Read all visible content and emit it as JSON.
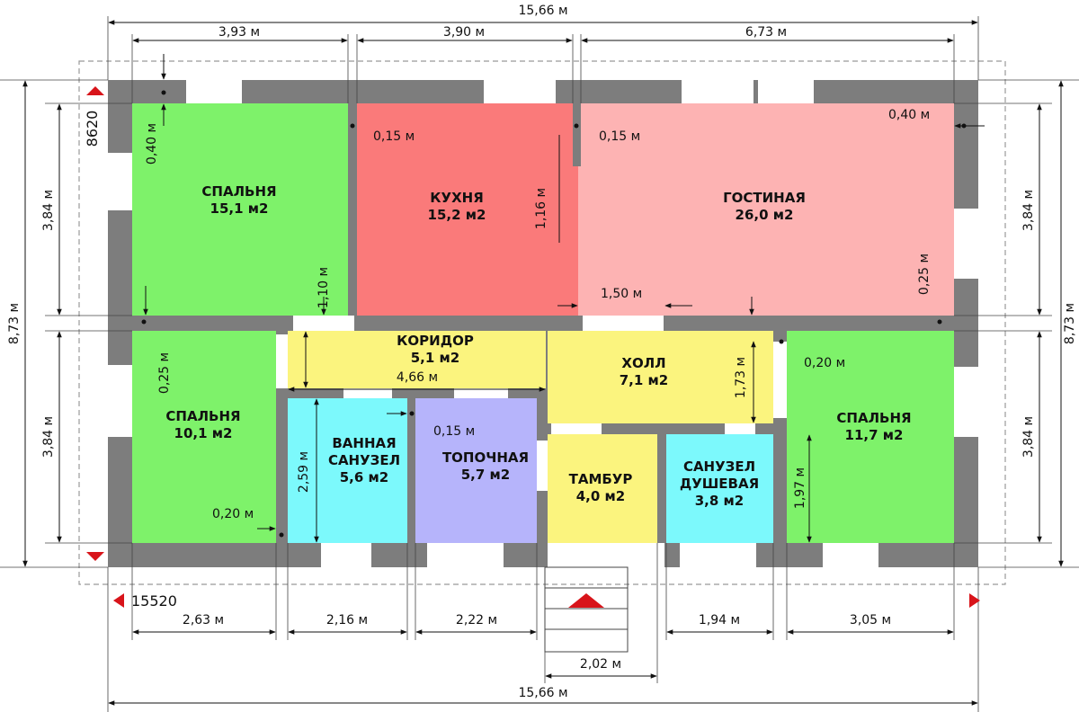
{
  "rooms": [
    {
      "id": "bedroom-1",
      "name": "СПАЛЬНЯ",
      "area": "15,1 м2",
      "color": "#7ef26a"
    },
    {
      "id": "kitchen",
      "name": "КУХНЯ",
      "area": "15,2 м2",
      "color": "#fa7a7a"
    },
    {
      "id": "living-room",
      "name": "ГОСТИНАЯ",
      "area": "26,0 м2",
      "color": "#fdb3b3"
    },
    {
      "id": "corridor",
      "name": "КОРИДОР",
      "area": "5,1 м2",
      "color": "#fbf47e"
    },
    {
      "id": "hall",
      "name": "ХОЛЛ",
      "area": "7,1 м2",
      "color": "#fbf47e"
    },
    {
      "id": "bedroom-2",
      "name": "СПАЛЬНЯ",
      "area": "10,1 м2",
      "color": "#7ef26a"
    },
    {
      "id": "bedroom-3",
      "name": "СПАЛЬНЯ",
      "area": "11,7 м2",
      "color": "#7ef26a"
    },
    {
      "id": "bathroom",
      "name": [
        "ВАННАЯ",
        "САНУЗЕЛ"
      ],
      "area": "5,6 м2",
      "color": "#7cf9fc"
    },
    {
      "id": "boiler-room",
      "name": "ТОПОЧНАЯ",
      "area": "5,7 м2",
      "color": "#b6b4fb"
    },
    {
      "id": "vestibule",
      "name": "ТАМБУР",
      "area": "4,0 м2",
      "color": "#fbf47e"
    },
    {
      "id": "shower-wc",
      "name": [
        "САНУЗЕЛ",
        "ДУШЕВАЯ"
      ],
      "area": "3,8 м2",
      "color": "#7cf9fc"
    }
  ],
  "dimensions": {
    "overall_width_top": "15,66 м",
    "overall_width_bottom": "15,66 м",
    "overall_height_left": "8,73 м",
    "overall_height_right": "8,73 м",
    "top_segments": [
      "3,93 м",
      "3,90 м",
      "6,73 м"
    ],
    "bottom_segments": [
      "2,63 м",
      "2,16 м",
      "2,22 м",
      "1,94 м",
      "3,05 м"
    ],
    "porch_width": "2,02 м",
    "left_upper_height": "3,84 м",
    "left_lower_height": "3,84 м",
    "right_upper_height": "3,84 м",
    "right_lower_height": "3,84 м"
  },
  "annotations": {
    "door_bedroom1": "0,40 м",
    "wall_kitchen_left": "0,15 м",
    "wall_kitchen_right": "0,15 м",
    "door_living": "0,40 м",
    "kitchen_partition": "1,16 м",
    "bedroom1_door_height": "1,10 м",
    "living_opening": "1,50 м",
    "living_corner": "0,25 м",
    "bedroom2_door": "0,25 м",
    "corridor_length": "4,66 м",
    "bath_wall": "0,15 м",
    "bath_height": "2,59 м",
    "bedroom2_wall": "0,20 м",
    "hall_height": "1,73 м",
    "bedroom3_wall": "0,20 м",
    "bedroom3_height": "1,97 м"
  },
  "markers": {
    "height_mark": "8620",
    "width_mark": "15520"
  },
  "colors": {
    "wall": "#7d7d7d",
    "dim_line": "#111111"
  }
}
